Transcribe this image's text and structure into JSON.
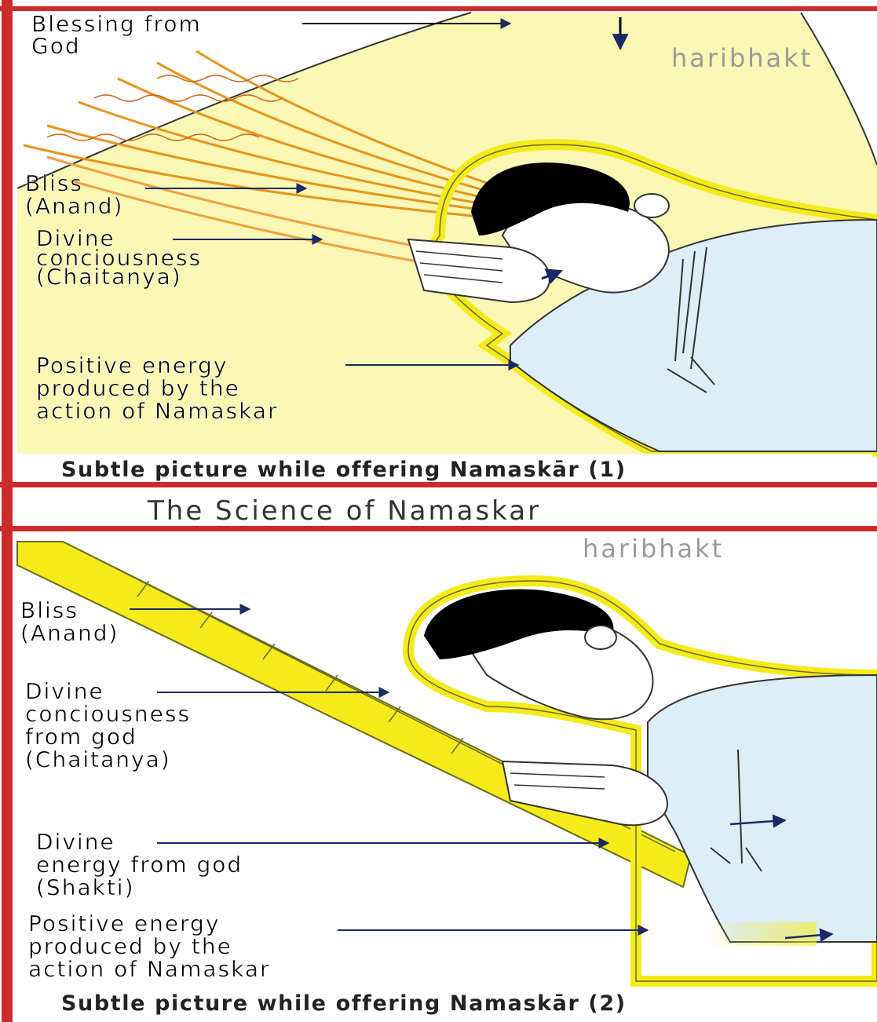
{
  "colors": {
    "border_red": "#cc2b2b",
    "yellow_field": "#fbf7b5",
    "yellow_band": "#f5ea1a",
    "ray_orange": "#e8941a",
    "skin": "#ffffff",
    "shirt_blue": "#ddeef8",
    "hair": "#000000"
  },
  "page_title": "The Science of Namaskar",
  "panel1": {
    "watermark": "haribhakt",
    "labels": {
      "blessing_l1": "Blessing from",
      "blessing_l2": "God",
      "bliss_l1": "Bliss",
      "bliss_l2": "(Anand)",
      "divine_l1": "Divine",
      "divine_l2": "conciousness",
      "divine_l3": "(Chaitanya)",
      "positive_l1": "Positive energy",
      "positive_l2": "produced by the",
      "positive_l3": "action of Namaskar"
    },
    "caption": "Subtle picture while offering Namaskār (1)"
  },
  "panel2": {
    "watermark": "haribhakt",
    "labels": {
      "bliss_l1": "Bliss",
      "bliss_l2": "(Anand)",
      "divcon_l1": "Divine",
      "divcon_l2": "conciousness",
      "divcon_l3": "from god",
      "divcon_l4": "(Chaitanya)",
      "diven_l1": "Divine",
      "diven_l2": "energy from god",
      "diven_l3": "(Shakti)",
      "positive_l1": "Positive energy",
      "positive_l2": "produced by the",
      "positive_l3": "action of Namaskar"
    },
    "caption": "Subtle picture while offering Namaskār (2)"
  }
}
